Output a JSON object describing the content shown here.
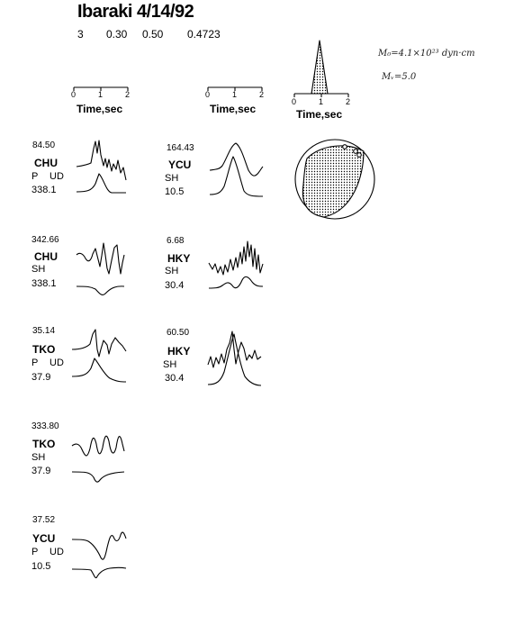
{
  "header": {
    "title": "Ibaraki 4/14/92",
    "params": [
      "3",
      "0.30",
      "0.50",
      "0.4723"
    ]
  },
  "annotations": {
    "moment": "M₀=4.1×10²³ dyn·cm",
    "magnitude": "Mᵥ=5.0"
  },
  "time_axes": [
    {
      "label": "Time,sec",
      "ticks": [
        "0",
        "1",
        "2"
      ]
    },
    {
      "label": "Time,sec",
      "ticks": [
        "0",
        "1",
        "2"
      ]
    },
    {
      "label": "Time,sec",
      "ticks": [
        "0",
        "1",
        "2"
      ]
    }
  ],
  "stations": [
    {
      "amp": "84.50",
      "name": "CHU",
      "comp1": "P",
      "comp2": "UD",
      "az": "338.1"
    },
    {
      "amp": "164.43",
      "name": "YCU",
      "comp1": "SH",
      "comp2": "",
      "az": "10.5"
    },
    {
      "amp": "342.66",
      "name": "CHU",
      "comp1": "SH",
      "comp2": "",
      "az": "338.1"
    },
    {
      "amp": "6.68",
      "name": "HKY",
      "comp1": "SH",
      "comp2": "",
      "az": "30.4"
    },
    {
      "amp": "35.14",
      "name": "TKO",
      "comp1": "P",
      "comp2": "UD",
      "az": "37.9"
    },
    {
      "amp": "60.50",
      "name": "HKY",
      "comp1": "SH",
      "comp2": "",
      "az": "30.4"
    },
    {
      "amp": "333.80",
      "name": "TKO",
      "comp1": "SH",
      "comp2": "",
      "az": "37.9"
    },
    {
      "amp": "37.52",
      "name": "YCU",
      "comp1": "P",
      "comp2": "UD",
      "az": "10.5"
    }
  ]
}
